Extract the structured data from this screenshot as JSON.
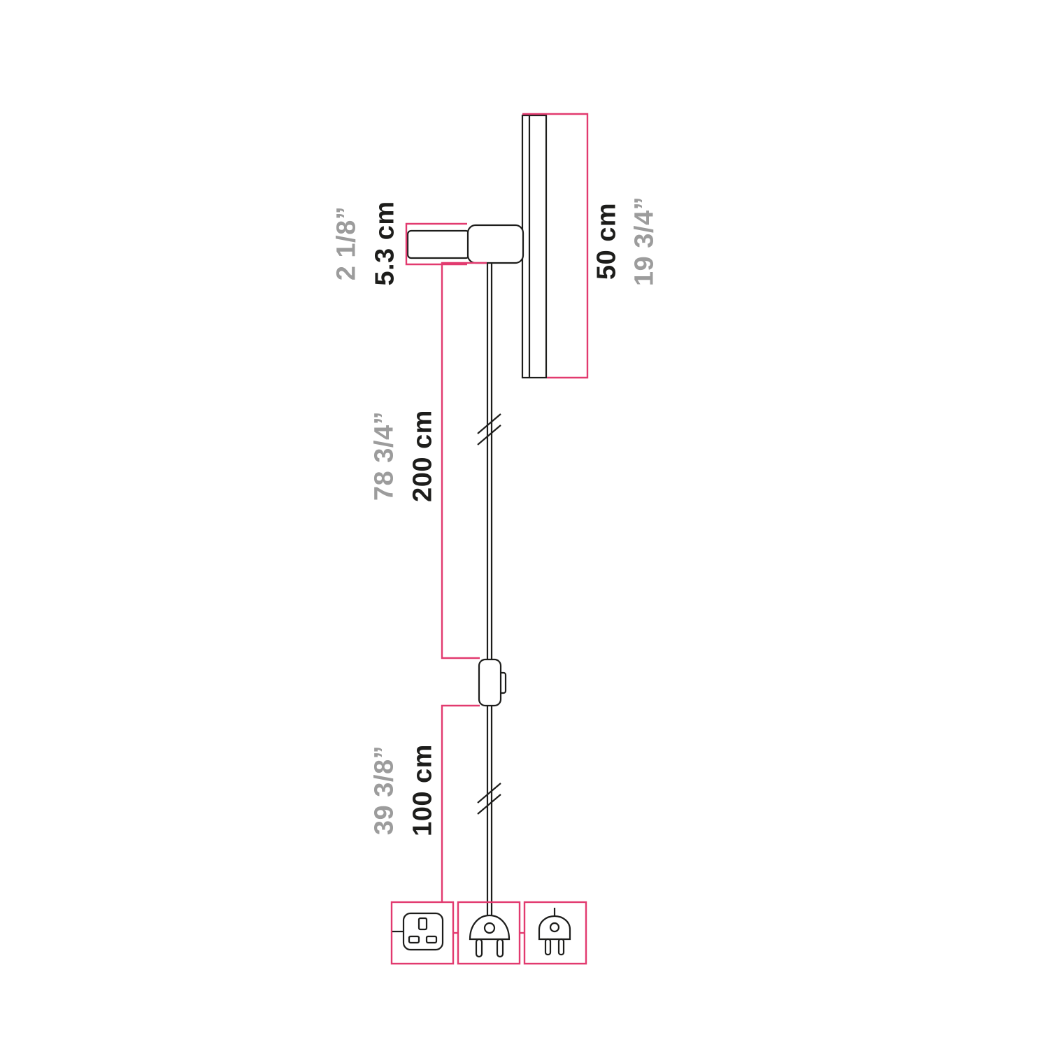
{
  "colors": {
    "accent": "#e23a6f",
    "imperial_text": "#9c9c9c",
    "metric_text": "#1d1d1b",
    "line_art": "#1d1d1b"
  },
  "dimensions": {
    "holder": {
      "imperial": "2 1/8”",
      "metric": "5.3 cm"
    },
    "bulb": {
      "metric": "50 cm",
      "imperial": "19 3/4”"
    },
    "cable_upper": {
      "imperial": "78 3/4”",
      "metric": "200 cm"
    },
    "cable_lower": {
      "imperial": "39 3/8”",
      "metric": "100 cm"
    }
  },
  "plug_options": [
    "uk-plug-icon",
    "euro-two-pin-plug-icon",
    "schuko-plug-icon"
  ]
}
